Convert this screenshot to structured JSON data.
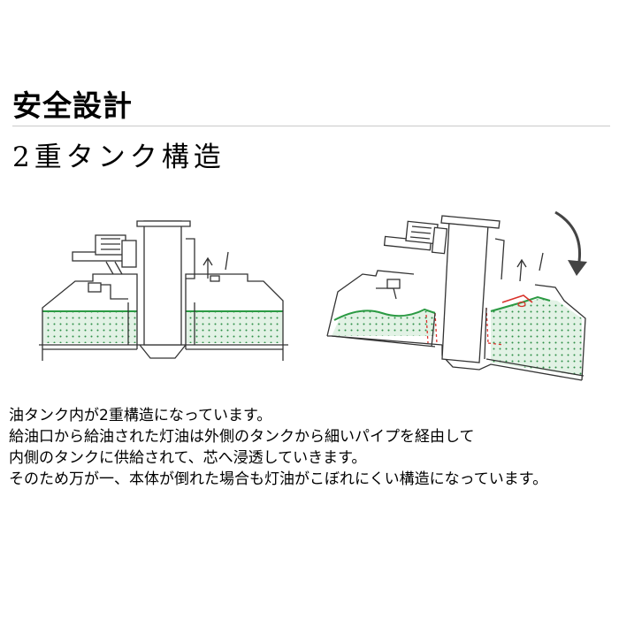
{
  "heading": {
    "title": "安全設計",
    "subtitle": "2重タンク構造"
  },
  "description": {
    "lines": [
      "油タンク内が2重構造になっています。",
      "給油口から給油された灯油は外側のタンクから細いパイプを経由して",
      "内側のタンクに供給されて、芯へ浸透していきます。",
      "そのため万が一、本体が倒れた場合も灯油がこぼれにくい構造になっています。"
    ]
  },
  "colors": {
    "oil_fill": "#cfe9d4",
    "oil_dots": "#2d8f47",
    "oil_line": "#2b9a43",
    "pipe_dash": "#d9322b",
    "line": "#333333"
  },
  "icons": {
    "tilt_arrow": "curved-arrow-down-icon"
  }
}
